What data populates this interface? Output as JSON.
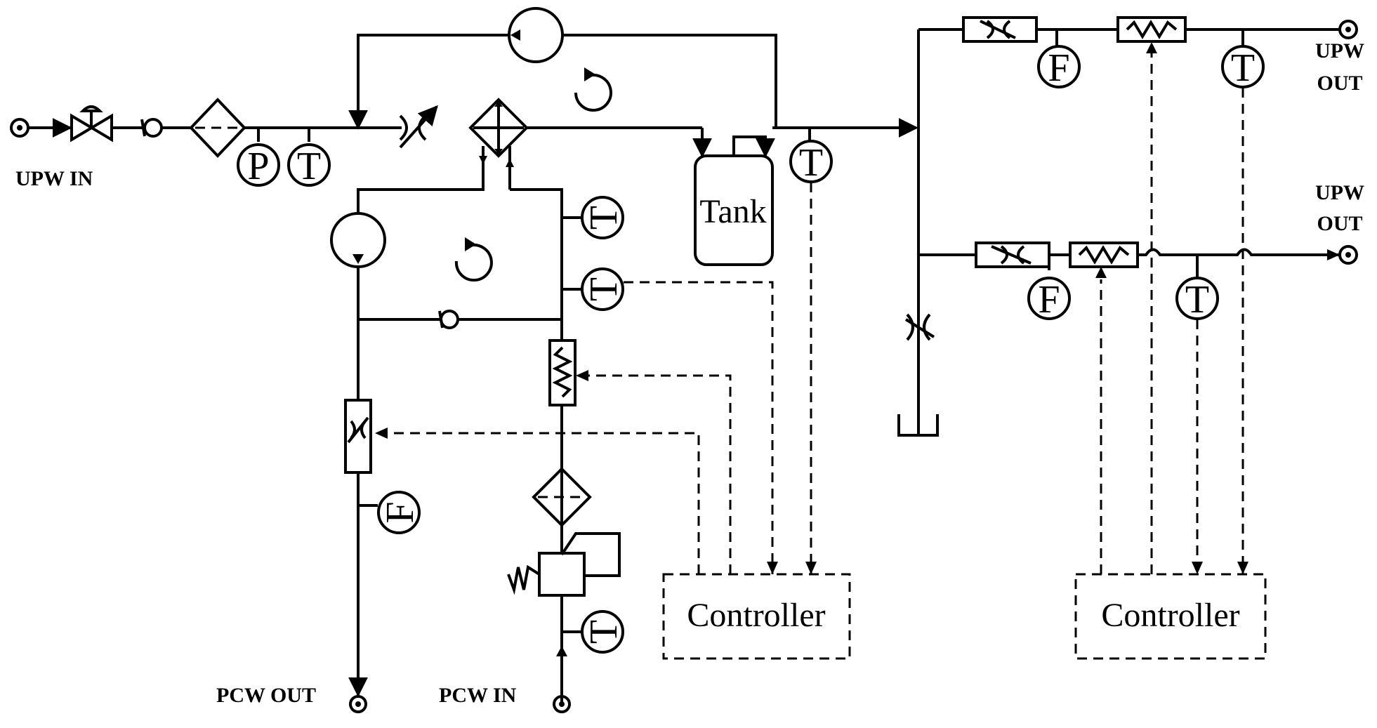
{
  "labels": {
    "upw_in": "UPW IN",
    "upw_out_1_line1": "UPW",
    "upw_out_1_line2": "OUT",
    "upw_out_2_line1": "UPW",
    "upw_out_2_line2": "OUT",
    "pcw_out": "PCW OUT",
    "pcw_in": "PCW IN",
    "tank": "Tank",
    "controller_left": "Controller",
    "controller_right": "Controller"
  },
  "sensors": {
    "pressure_main": "P",
    "temp_main": "T",
    "temp_tank": "T",
    "flow_out1": "F",
    "temp_out1": "T",
    "flow_out2": "F",
    "temp_out2": "T",
    "pcw_sensor_1": "T",
    "pcw_sensor_2": "T",
    "pcw_sensor_3": "T",
    "pcw_out_flow": "F"
  }
}
